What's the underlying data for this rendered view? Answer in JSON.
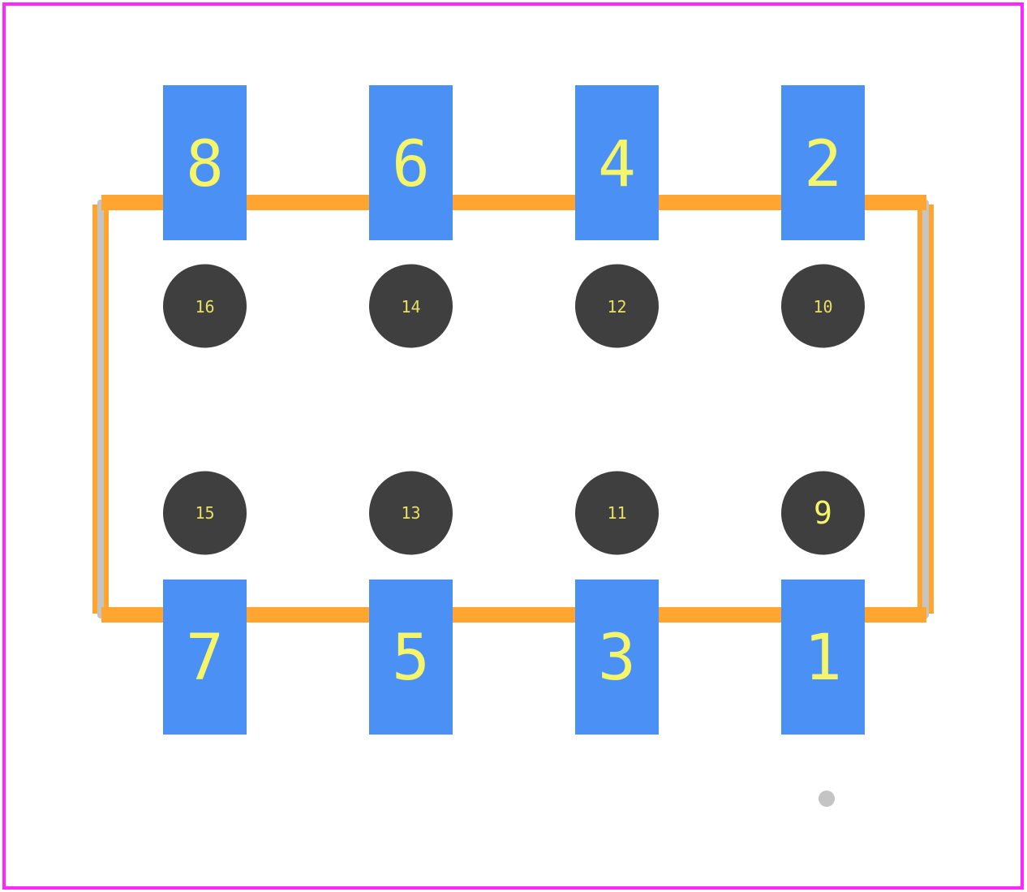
{
  "colors": {
    "background": "#ffffff",
    "courtyard": "#ff26ff",
    "silkscreen": "#ffa530",
    "fab_outline": "#c4c4c4",
    "smd_pad": "#4a90f5",
    "through_hole": "#3f3f3f",
    "label_text": "#f5f56a",
    "pin1_marker": "#c4c4c4"
  },
  "smd_pads": [
    {
      "label": "8"
    },
    {
      "label": "6"
    },
    {
      "label": "4"
    },
    {
      "label": "2"
    },
    {
      "label": "7"
    },
    {
      "label": "5"
    },
    {
      "label": "3"
    },
    {
      "label": "1"
    }
  ],
  "holes": [
    {
      "label": "16"
    },
    {
      "label": "14"
    },
    {
      "label": "12"
    },
    {
      "label": "10"
    },
    {
      "label": "15"
    },
    {
      "label": "13"
    },
    {
      "label": "11"
    },
    {
      "label": "9"
    }
  ]
}
